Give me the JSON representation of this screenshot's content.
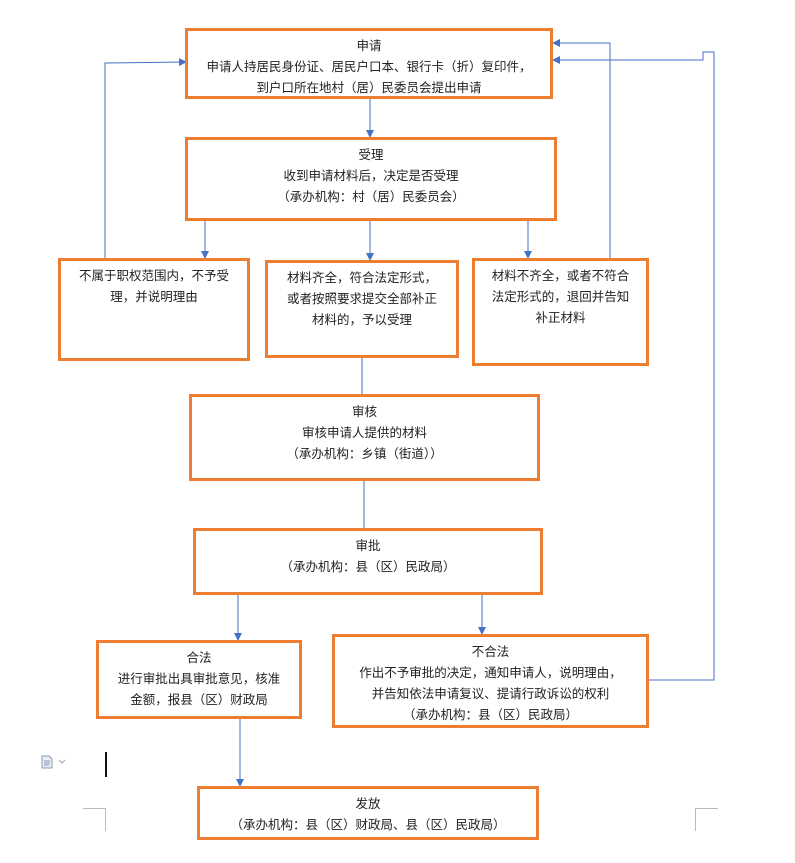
{
  "nodes": {
    "apply": {
      "title": "申请",
      "lines": [
        "申请人持居民身份证、居民户口本、银行卡（折）复印件，",
        "到户口所在地村（居）民委员会提出申请"
      ]
    },
    "accept": {
      "title": "受理",
      "lines": [
        "收到申请材料后，决定是否受理",
        "（承办机构：村（居）民委员会）"
      ]
    },
    "reject": {
      "lines": [
        "不属于职权范围内，不予受",
        "理，并说明理由"
      ]
    },
    "complete": {
      "lines": [
        "材料齐全，符合法定形式，",
        "或者按照要求提交全部补正",
        "材料的，予以受理"
      ]
    },
    "incomplete": {
      "lines": [
        "材料不齐全，或者不符合",
        "法定形式的，退回并告知",
        "补正材料"
      ]
    },
    "review": {
      "title": "审核",
      "lines": [
        "审核申请人提供的材料",
        "（承办机构：乡镇（街道））"
      ]
    },
    "approve": {
      "title": "审批",
      "lines": [
        "（承办机构：县（区）民政局）"
      ]
    },
    "legal": {
      "title": "合法",
      "lines": [
        "进行审批出具审批意见，核准",
        "金额，报县（区）财政局"
      ]
    },
    "illegal": {
      "title": "不合法",
      "lines": [
        "作出不予审批的决定，通知申请人，说明理由，",
        "并告知依法申请复议、提请行政诉讼的权利",
        "（承办机构：县（区）民政局）"
      ]
    },
    "issue": {
      "title": "发放",
      "lines": [
        "（承办机构：县（区）财政局、县（区）民政局）"
      ]
    }
  },
  "colors": {
    "border": "#ed7d31",
    "arrow": "#4472c4"
  },
  "icons": {
    "document": "document-icon"
  }
}
